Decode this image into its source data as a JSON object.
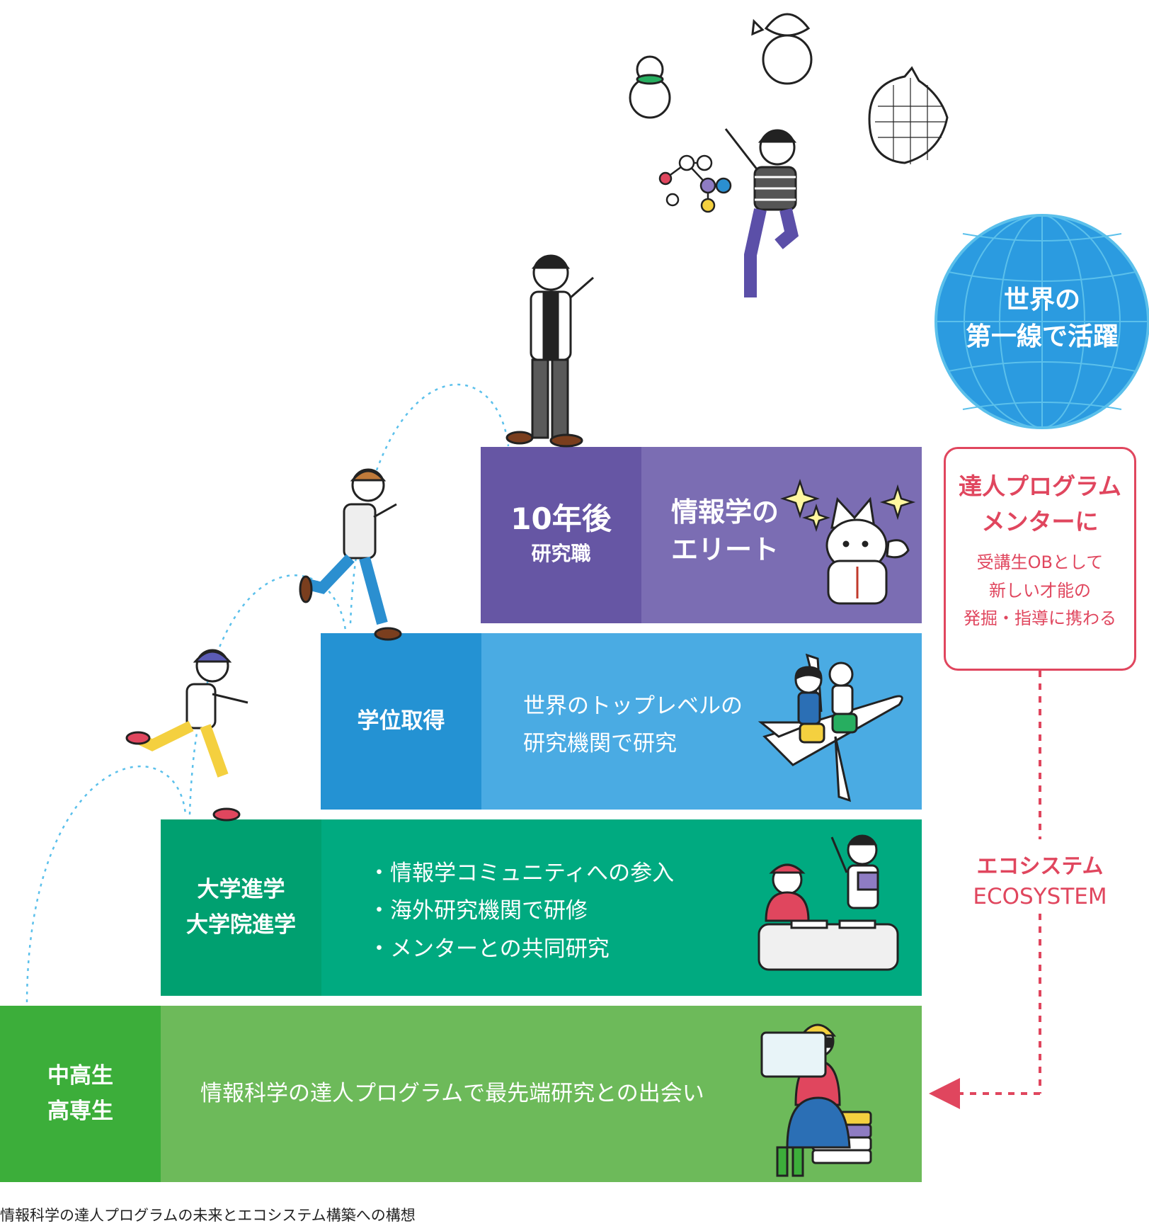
{
  "steps": {
    "elite": {
      "label_line1": "10年後",
      "label_line2": "研究職",
      "title_line1": "情報学の",
      "title_line2": "エリート"
    },
    "degree": {
      "label": "学位取得",
      "text_line1": "世界のトップレベルの",
      "text_line2": "研究機関で研究"
    },
    "university": {
      "label_line1": "大学進学",
      "label_line2": "大学院進学",
      "items": [
        "・情報学コミュニティへの参入",
        "・海外研究機関で研修",
        "・メンターとの共同研究"
      ]
    },
    "highschool": {
      "label_line1": "中高生",
      "label_line2": "高専生",
      "text": "情報科学の達人プログラムで最先端研究との出会い"
    }
  },
  "globe": {
    "line1": "世界の",
    "line2": "第一線で活躍"
  },
  "mentor": {
    "title_line1": "達人プログラム",
    "title_line2": "メンターに",
    "sub_line1": "受講生OBとして",
    "sub_line2": "新しい才能の",
    "sub_line3": "発掘・指導に携わる"
  },
  "ecosystem": {
    "ja": "エコシステム",
    "en": "ECOSYSTEM"
  },
  "caption": "情報科学の達人プログラムの未来とエコシステム構築への構想",
  "colors": {
    "purple_dark": "#6656a4",
    "purple": "#7b6db3",
    "blue_dark": "#2492d3",
    "blue": "#4aabe3",
    "teal_dark": "#00a070",
    "teal": "#00aa80",
    "green_dark": "#3cae3a",
    "green": "#6dba5a",
    "accent_red": "#e0465e",
    "globe_blue": "#2b9be0"
  },
  "icons": [
    "globe-icon",
    "sparkle-icon",
    "wolf-mascot-icon",
    "airplane-icon",
    "running-student-icon",
    "researcher-icon",
    "jumping-researcher-icon",
    "vr-student-icon",
    "study-group-icon",
    "arrow-left-icon"
  ]
}
